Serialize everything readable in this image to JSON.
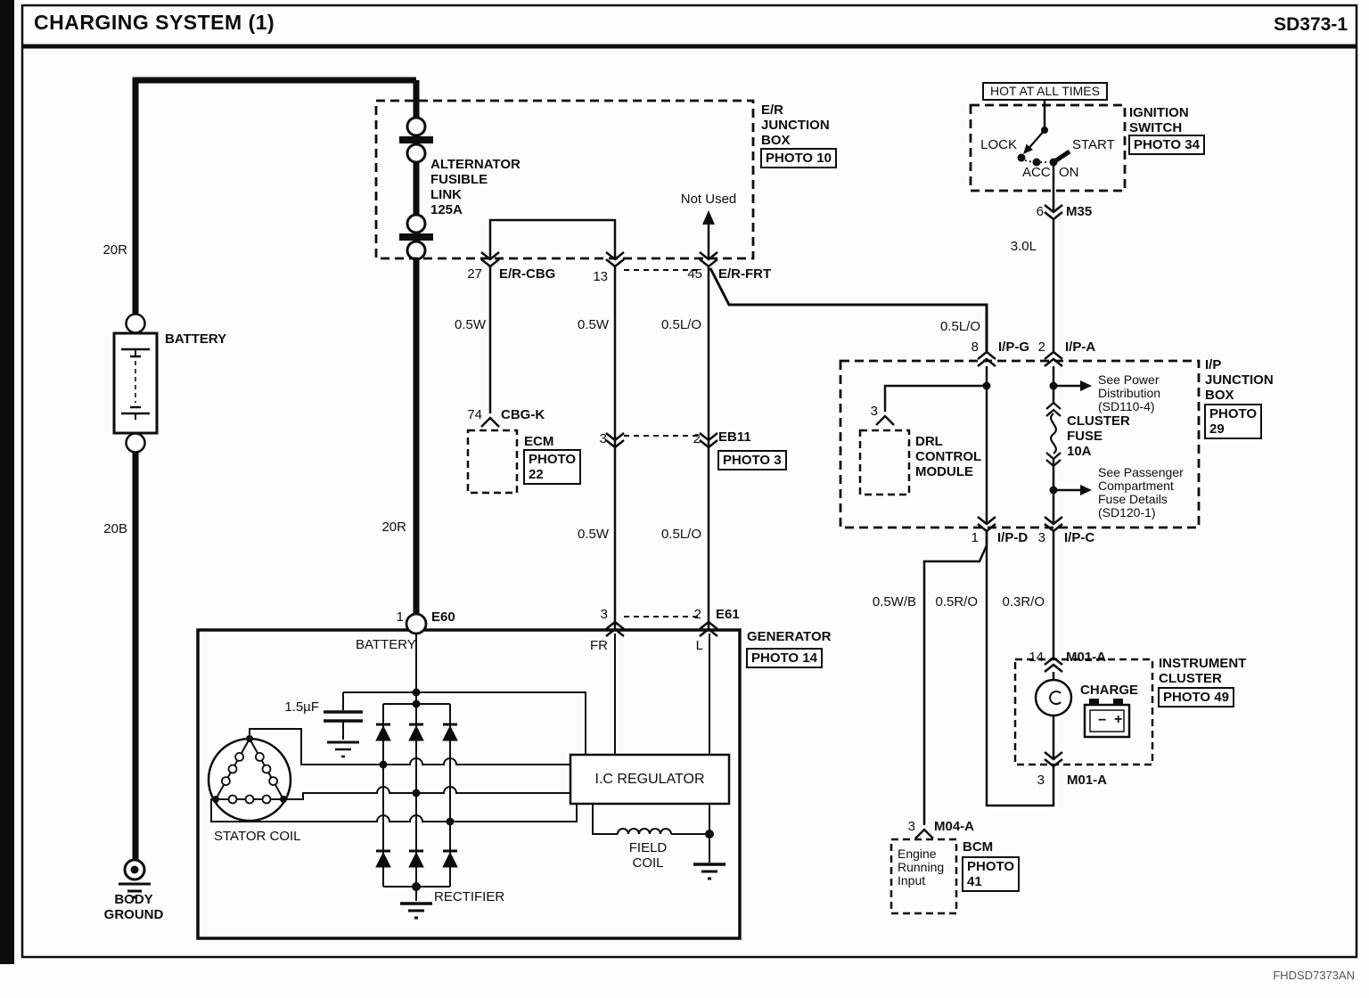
{
  "header": {
    "title": "CHARGING SYSTEM (1)",
    "page_code": "SD373-1"
  },
  "footer": {
    "doc_code": "FHDSD7373AN"
  },
  "battery_branch": {
    "wire_upper": "20R",
    "battery_label": "BATTERY",
    "wire_lower": "20B",
    "body_ground_lines": [
      "BODY",
      "GROUND"
    ]
  },
  "er_junction_box": {
    "name_lines": [
      "E/R",
      "JUNCTION",
      "BOX"
    ],
    "photo": "PHOTO 10",
    "fusible_link_lines": [
      "ALTERNATOR",
      "FUSIBLE",
      "LINK",
      "125A"
    ],
    "not_used": "Not Used",
    "wire_out": "20R",
    "pin27": "27",
    "pin27_name": "E/R-CBG",
    "pin13": "13",
    "pin45": "45",
    "pin45_name": "E/R-FRT"
  },
  "wire_labels": {
    "cbg_upper": "0.5W",
    "fr_upper": "0.5W",
    "l_upper": "0.5L/O",
    "fr_lower": "0.5W",
    "l_lower": "0.5L/O",
    "to_ipg": "0.5L/O",
    "ign_feed": "3.0L",
    "bcm_feed": "0.5W/B",
    "cluster_return": "0.5R/O",
    "cluster_feed": "0.3R/O"
  },
  "ecm": {
    "pin": "74",
    "pin_name": "CBG-K",
    "name": "ECM",
    "photo_lines": [
      "PHOTO",
      "22"
    ]
  },
  "eb11": {
    "pin_left": "3",
    "pin_right": "2",
    "name": "EB11",
    "photo": "PHOTO 3"
  },
  "ignition_switch": {
    "hot_label": "HOT AT ALL TIMES",
    "positions": {
      "lock": "LOCK",
      "start": "START",
      "acc": "ACC",
      "on": "ON"
    },
    "name_lines": [
      "IGNITION",
      "SWITCH"
    ],
    "photo": "PHOTO 34",
    "pin": "6",
    "connector": "M35"
  },
  "ip_junction_box": {
    "pin_g": "8",
    "conn_g": "I/P-G",
    "pin_a": "2",
    "conn_a": "I/P-A",
    "name_lines": [
      "I/P",
      "JUNCTION",
      "BOX"
    ],
    "photo_lines": [
      "PHOTO",
      "29"
    ],
    "drl_pin": "3",
    "drl_name_lines": [
      "DRL",
      "CONTROL",
      "MODULE"
    ],
    "power_dist_lines": [
      "See Power",
      "Distribution",
      "(SD110-4)"
    ],
    "fuse_lines": [
      "CLUSTER",
      "FUSE",
      "10A"
    ],
    "passenger_fuse_lines": [
      "See Passenger",
      "Compartment",
      "Fuse Details",
      "(SD120-1)"
    ],
    "pin_d": "1",
    "conn_d": "I/P-D",
    "pin_c": "3",
    "conn_c": "I/P-C"
  },
  "generator": {
    "pin_battery": "1",
    "conn_battery": "E60",
    "battery_pin_label": "BATTERY",
    "pin_fr": "3",
    "pin_l": "2",
    "conn_e61": "E61",
    "fr": "FR",
    "l": "L",
    "name": "GENERATOR",
    "photo": "PHOTO 14",
    "capacitor": "1.5µF",
    "stator": "STATOR COIL",
    "regulator": "I.C REGULATOR",
    "field_coil_lines": [
      "FIELD",
      "COIL"
    ],
    "rectifier": "RECTIFIER"
  },
  "instrument_cluster": {
    "pin_top": "14",
    "conn_top": "M01-A",
    "charge": "CHARGE",
    "minus_sign": "−",
    "plus_sign": "+",
    "name_lines": [
      "INSTRUMENT",
      "CLUSTER"
    ],
    "photo": "PHOTO 49",
    "pin_bottom": "3",
    "conn_bottom": "M01-A"
  },
  "bcm": {
    "pin": "3",
    "connector": "M04-A",
    "input_lines": [
      "Engine",
      "Running",
      "Input"
    ],
    "name": "BCM",
    "photo_lines": [
      "PHOTO",
      "41"
    ]
  }
}
